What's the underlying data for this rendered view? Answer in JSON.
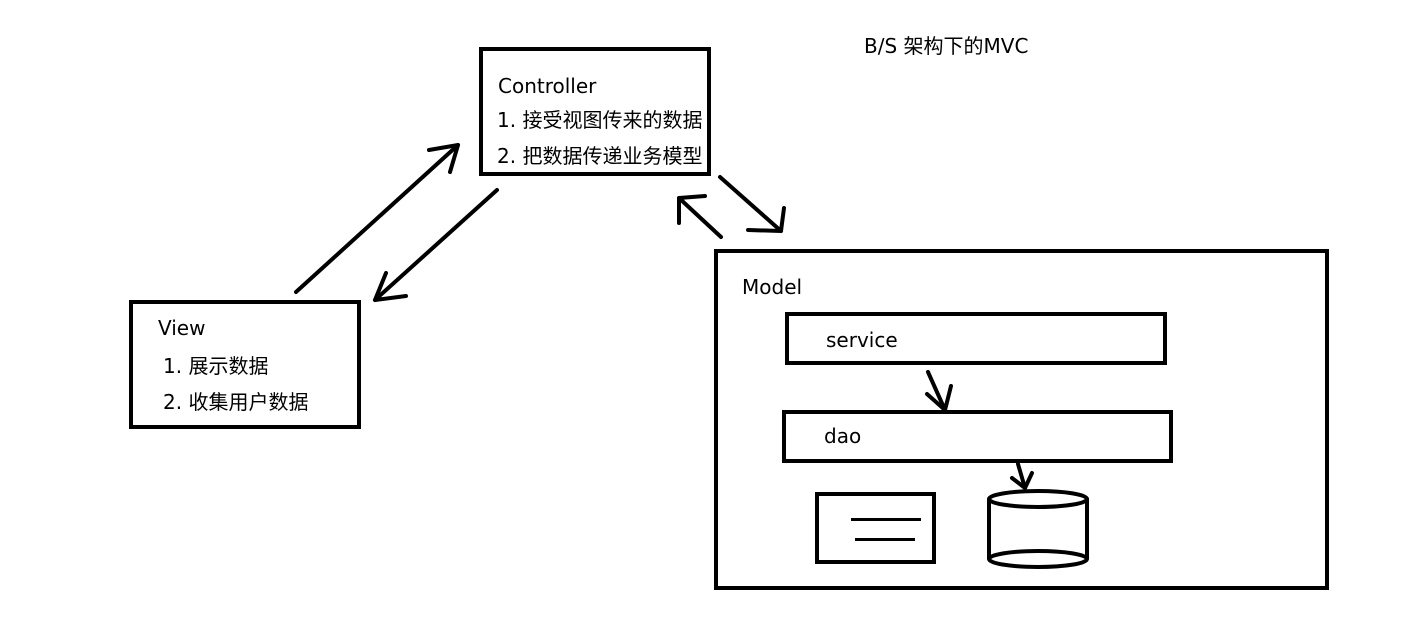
{
  "title": "B/S 架构下的MVC",
  "controller": {
    "label": "Controller",
    "items": [
      "1. 接受视图传来的数据",
      "2. 把数据传递业务模型"
    ]
  },
  "view": {
    "label": "View",
    "items": [
      "1. 展示数据",
      "2. 收集用户数据"
    ]
  },
  "model": {
    "label": "Model",
    "service_label": "service",
    "dao_label": "dao"
  }
}
